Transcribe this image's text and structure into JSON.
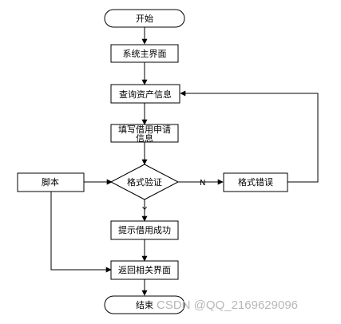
{
  "diagram": {
    "nodes": {
      "start": {
        "label": "开始"
      },
      "main": {
        "label": "系统主界面"
      },
      "query": {
        "label": "查询资产信息"
      },
      "apply_l1": {
        "label": "填写借用申请"
      },
      "apply_l2": {
        "label": "信息"
      },
      "validate": {
        "label": "格式验证"
      },
      "script": {
        "label": "脚本"
      },
      "error": {
        "label": "格式错误"
      },
      "success": {
        "label": "提示借用成功"
      },
      "return": {
        "label": "返回相关界面"
      },
      "end": {
        "label": "结束"
      }
    },
    "edges": {
      "validate_error_label": "N",
      "validate_success_label": "Y"
    }
  },
  "watermark": {
    "text": "CSDN @QQ_2169629096"
  }
}
